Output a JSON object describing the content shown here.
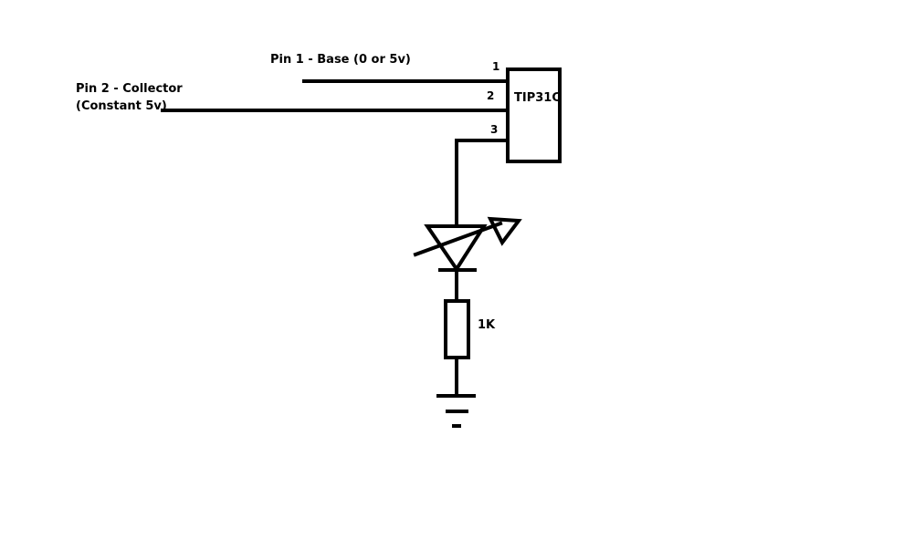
{
  "base_label": "Pin 1 - Base (0 or 5v)",
  "collector_label_line1": "Pin 2 - Collector",
  "collector_label_line2": "(Constant 5v)",
  "transistor_label": "TIP31C",
  "pin_numbers": [
    "1",
    "2",
    "3"
  ],
  "resistor_label": "1K"
}
